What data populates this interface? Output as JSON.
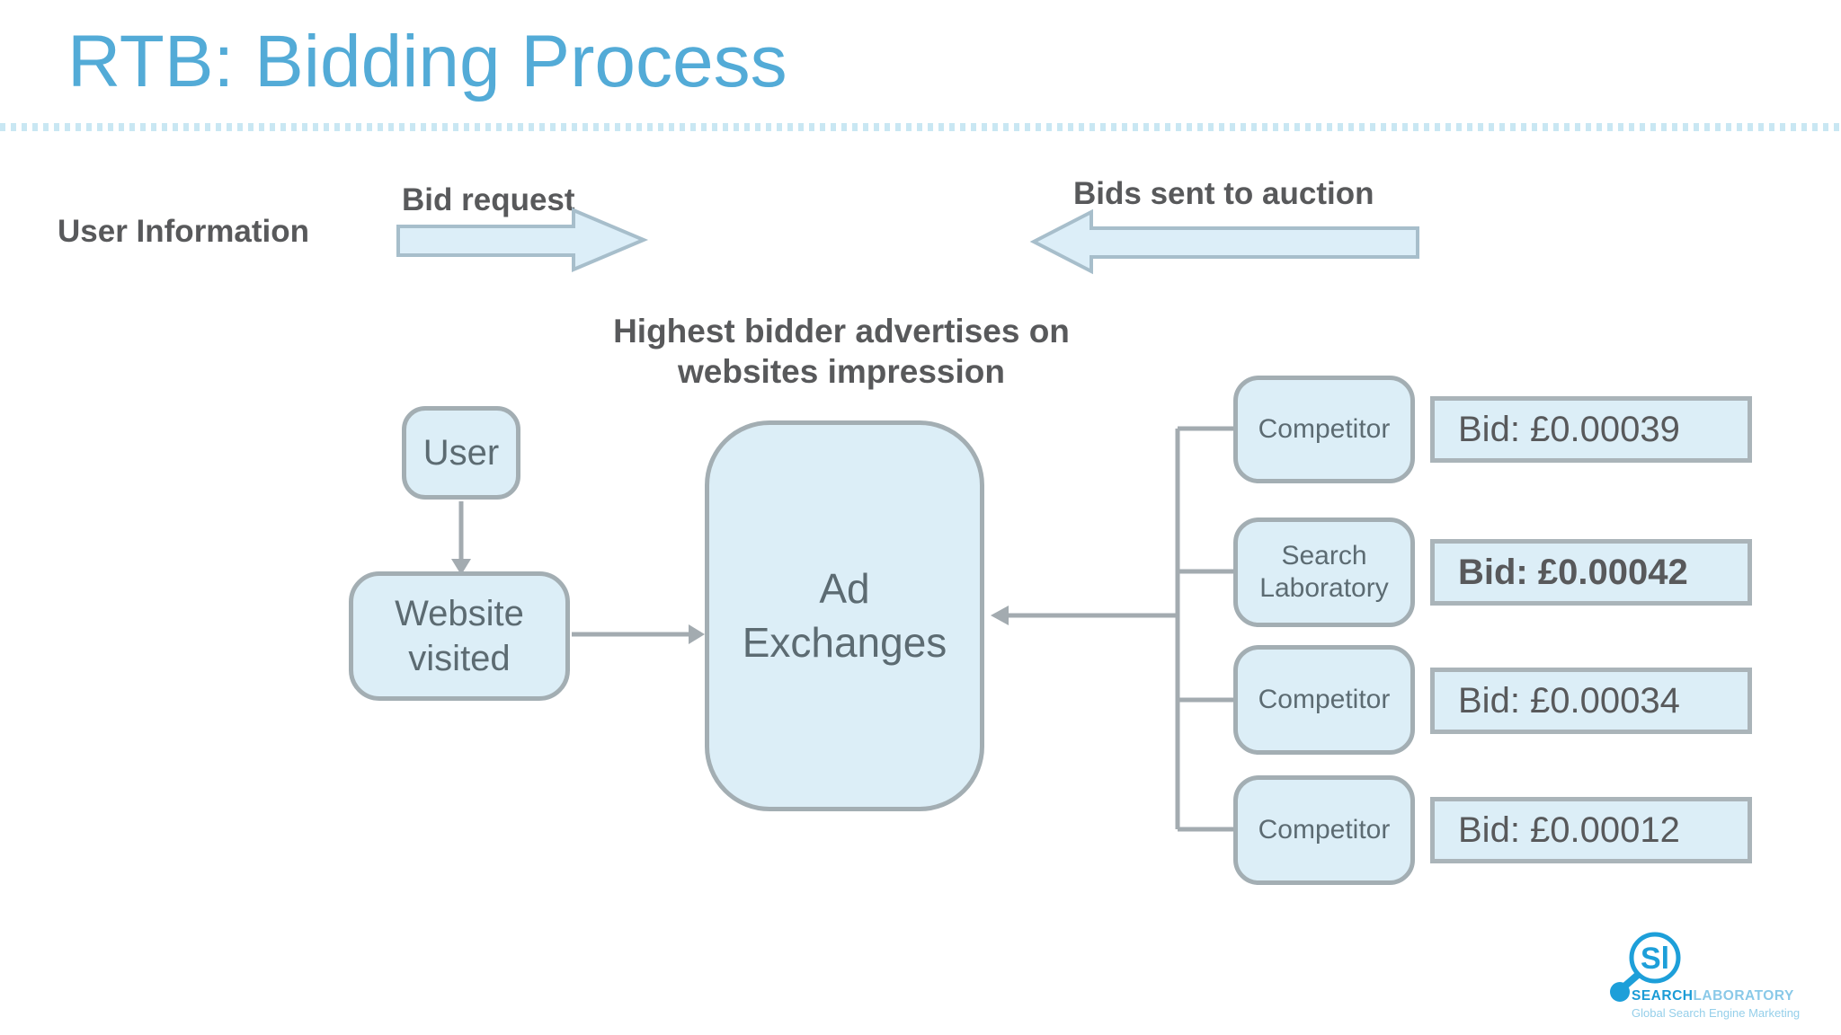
{
  "slide": {
    "title": "RTB: Bidding Process",
    "labels": {
      "user_information": "User Information",
      "bid_request": "Bid request",
      "bids_sent_to_auction": "Bids sent to auction",
      "caption_line1": "Highest bidder advertises on",
      "caption_line2": "websites impression"
    },
    "nodes": {
      "user": "User",
      "website_visited": "Website visited",
      "ad_exchanges": "Ad Exchanges"
    },
    "bidders": [
      {
        "name": "Competitor",
        "bid": "Bid: £0.00039",
        "highlight": false
      },
      {
        "name": "Search Laboratory",
        "bid": "Bid: £0.00042",
        "highlight": true
      },
      {
        "name": "Competitor",
        "bid": "Bid: £0.00034",
        "highlight": false
      },
      {
        "name": "Competitor",
        "bid": "Bid: £0.00012",
        "highlight": false
      }
    ],
    "logo": {
      "mark": "magnifier-sl-icon",
      "brand_bold": "SEARCH",
      "brand_light": "LABORATORY",
      "tagline": "Global Search Engine Marketing"
    },
    "colors": {
      "title_blue": "#53ABD7",
      "text_dark": "#58595B",
      "node_text": "#5C6B72",
      "box_fill": "#DCEEF7",
      "box_border": "#A3AEB3",
      "block_arrow_fill": "#DCEEF8",
      "block_arrow_border": "#A7BECB",
      "connector_gray": "#A3ABB0",
      "dotted_divider": "#C9E7F3",
      "logo_blue": "#1B9CD6",
      "logo_light_blue": "#8AC9E8"
    }
  }
}
